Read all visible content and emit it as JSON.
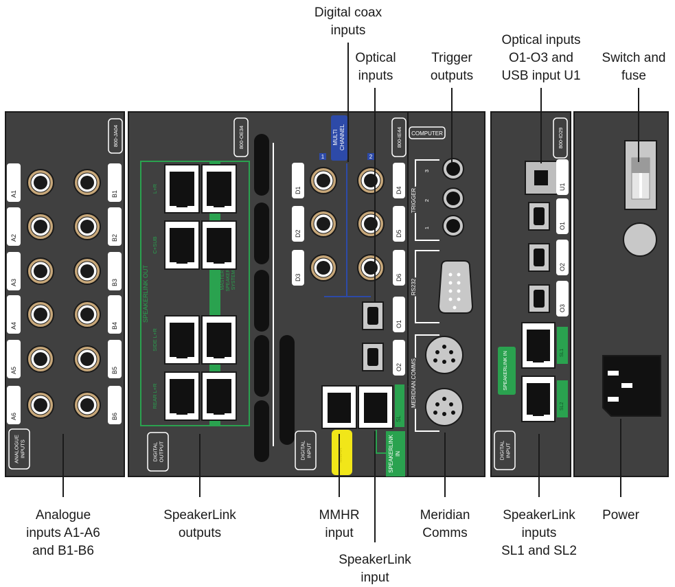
{
  "callouts_top": [
    {
      "id": "digital-coax",
      "lines": [
        "Digital coax",
        "inputs"
      ]
    },
    {
      "id": "optical",
      "lines": [
        "Optical",
        "inputs"
      ]
    },
    {
      "id": "trigger",
      "lines": [
        "Trigger",
        "outputs"
      ]
    },
    {
      "id": "optical-usb",
      "lines": [
        "Optical inputs",
        "O1-O3 and",
        "USB input U1"
      ]
    },
    {
      "id": "switch-fuse",
      "lines": [
        "Switch and",
        "fuse"
      ]
    }
  ],
  "callouts_bottom": [
    {
      "id": "analogue",
      "lines": [
        "Analogue",
        "inputs A1-A6",
        "and B1-B6"
      ]
    },
    {
      "id": "speakerlink-out",
      "lines": [
        "SpeakerLink",
        "outputs"
      ]
    },
    {
      "id": "mmhr",
      "lines": [
        "MMHR",
        "input"
      ]
    },
    {
      "id": "speakerlink-in",
      "lines": [
        "SpeakerLink",
        "input"
      ]
    },
    {
      "id": "meridian-comms",
      "lines": [
        "Meridian",
        "Comms"
      ]
    },
    {
      "id": "speakerlink-sl",
      "lines": [
        "SpeakerLink",
        "inputs",
        "SL1 and SL2"
      ]
    },
    {
      "id": "power",
      "lines": [
        "Power"
      ]
    }
  ],
  "panels": {
    "analogue": {
      "model": "800-JA04",
      "label_left": [
        "A1",
        "A2",
        "A3",
        "A4",
        "A5",
        "A6"
      ],
      "label_right": [
        "B1",
        "B2",
        "B3",
        "B4",
        "B5",
        "B6"
      ],
      "footer": [
        "ANALOGUE",
        "INPUTS"
      ]
    },
    "speakerlink": {
      "model": "800-OE34",
      "group_title": "SPEAKERLINK OUT",
      "port_labels": [
        "L+R",
        "C+SUB",
        "SIDE L+R",
        "REAR L+R"
      ],
      "master_text": [
        "MASTER",
        "SPEAKER",
        "SYSTEM"
      ],
      "footer": [
        "DIGITAL",
        "OUTPUT"
      ]
    },
    "digital": {
      "model": "800-IE44",
      "multichannel": [
        "MULTI",
        "CHANNEL"
      ],
      "badge_1": "1",
      "badge_2": "2",
      "coax_left": [
        "D1",
        "D2",
        "D3"
      ],
      "coax_right": [
        "D4",
        "D5",
        "D6"
      ],
      "optical": [
        "O1",
        "O2"
      ],
      "footer": [
        "DIGITAL",
        "INPUT"
      ],
      "mmhr": "MMHR",
      "speakerlink_in": [
        "SPEAKERLINK",
        "IN"
      ],
      "sl_tag": "SL"
    },
    "computer": {
      "title": "COMPUTER",
      "trigger": "TRIGGER",
      "trigger_nums": [
        "3",
        "2",
        "1"
      ],
      "rs232": "RS232",
      "meridian": "MERIDIAN COMMS"
    },
    "optical_sl": {
      "model": "800-ID29",
      "usb": "U1",
      "optical": [
        "O1",
        "O2",
        "O3"
      ],
      "speakerlink_in": "SPEAKERLINK IN",
      "sl_tags": [
        "SL1",
        "SL2"
      ],
      "footer": [
        "DIGITAL",
        "INPUT"
      ]
    }
  },
  "colors": {
    "panel": "#404040",
    "frame": "#1a1a1a",
    "jack_gold": "#c8a87a",
    "green": "#2aa24f",
    "blue": "#2d4aa8",
    "yellow": "#f1e619",
    "label_white": "#ffffff"
  }
}
